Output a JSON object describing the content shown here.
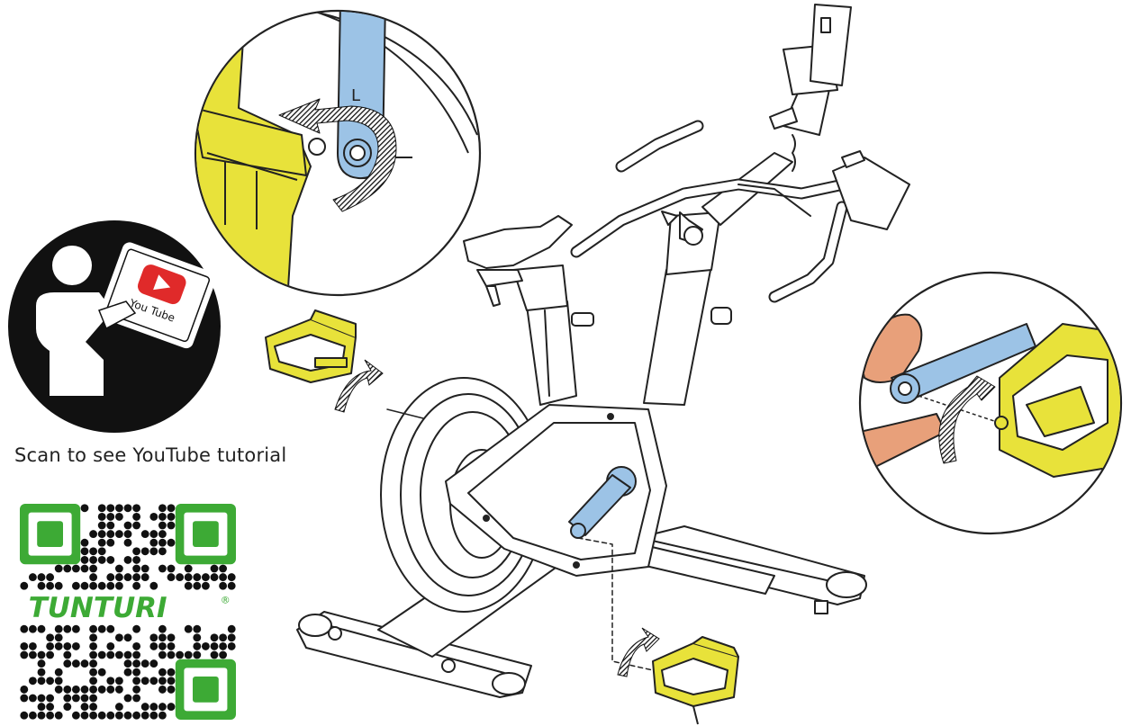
{
  "scan": {
    "prefix": "Scan to see ",
    "youtube": "YouTube",
    "suffix": " tutorial"
  },
  "tablet_label": "You Tube",
  "crank_left_label": "L",
  "brand": {
    "name": "TUNTURI",
    "mark": "®",
    "color": "#3daa35"
  },
  "colors": {
    "pedal": "#e8e23a",
    "crank": "#9cc3e6",
    "youtube_red": "#e02a2a",
    "qr_green": "#3daa35",
    "skin": "#e8a07a"
  },
  "icons": [
    "read-manual-icon",
    "youtube-play-icon",
    "rotate-arrow-icon",
    "qr-code"
  ]
}
